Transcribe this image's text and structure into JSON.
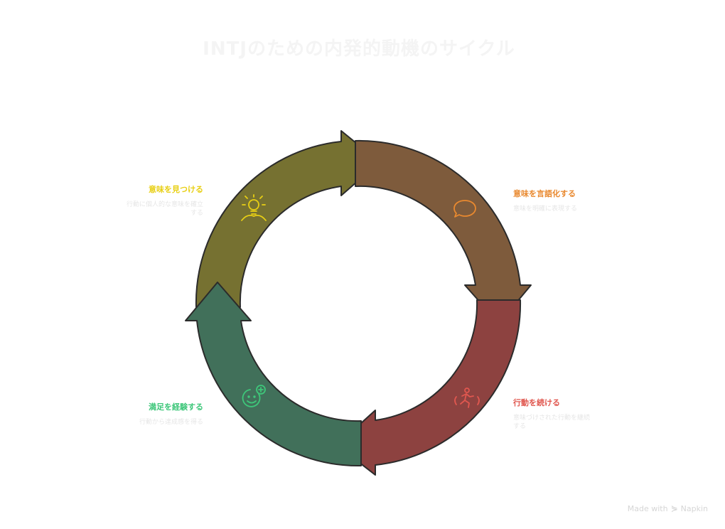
{
  "title": "INTJのための内発的動機のサイクル",
  "steps": [
    {
      "label": "意味を見つける",
      "desc": "行動に個人的な意味を確立する",
      "color": "#e8cf14",
      "fill": "#767131",
      "icon": "lightbulb-icon"
    },
    {
      "label": "意味を言語化する",
      "desc": "意味を明確に表現する",
      "color": "#e9892f",
      "fill": "#7e5b3c",
      "icon": "speech-bubble-icon"
    },
    {
      "label": "行動を続ける",
      "desc": "意味づけされた行動を継続する",
      "color": "#e0574f",
      "fill": "#8d4240",
      "icon": "running-person-icon"
    },
    {
      "label": "満足を経験する",
      "desc": "行動から達成感を得る",
      "color": "#3ec77a",
      "fill": "#41705a",
      "icon": "smiley-plus-icon"
    }
  ],
  "footer": {
    "made_with": "Made with",
    "brand": "Napkin"
  }
}
